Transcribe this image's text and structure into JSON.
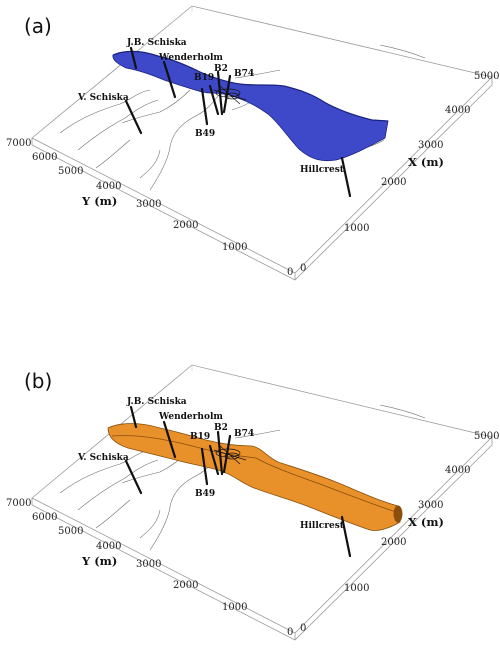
{
  "panels": [
    {
      "label": "(a)",
      "body_color": "#3d49c9",
      "body_edge": "#1c237e",
      "wells": [
        "J.B. Schiska",
        "Wenderholm",
        "B2",
        "B19",
        "B74",
        "V. Schiska",
        "B49",
        "Hillcrest"
      ],
      "y_axis": {
        "title": "Y (m)",
        "ticks": [
          "7000",
          "6000",
          "5000",
          "4000",
          "3000",
          "2000",
          "1000",
          "0"
        ]
      },
      "x_axis": {
        "title": "X (m)",
        "ticks": [
          "0",
          "1000",
          "2000",
          "3000",
          "4000",
          "5000"
        ]
      }
    },
    {
      "label": "(b)",
      "body_color": "#e8902a",
      "body_edge": "#8a4f0c",
      "wells": [
        "J.B. Schiska",
        "Wenderholm",
        "B2",
        "B19",
        "B74",
        "V. Schiska",
        "B49",
        "Hillcrest"
      ],
      "y_axis": {
        "title": "Y (m)",
        "ticks": [
          "7000",
          "6000",
          "5000",
          "4000",
          "3000",
          "2000",
          "1000",
          "0"
        ]
      },
      "x_axis": {
        "title": "X (m)",
        "ticks": [
          "0",
          "1000",
          "2000",
          "3000",
          "4000",
          "5000"
        ]
      }
    }
  ]
}
